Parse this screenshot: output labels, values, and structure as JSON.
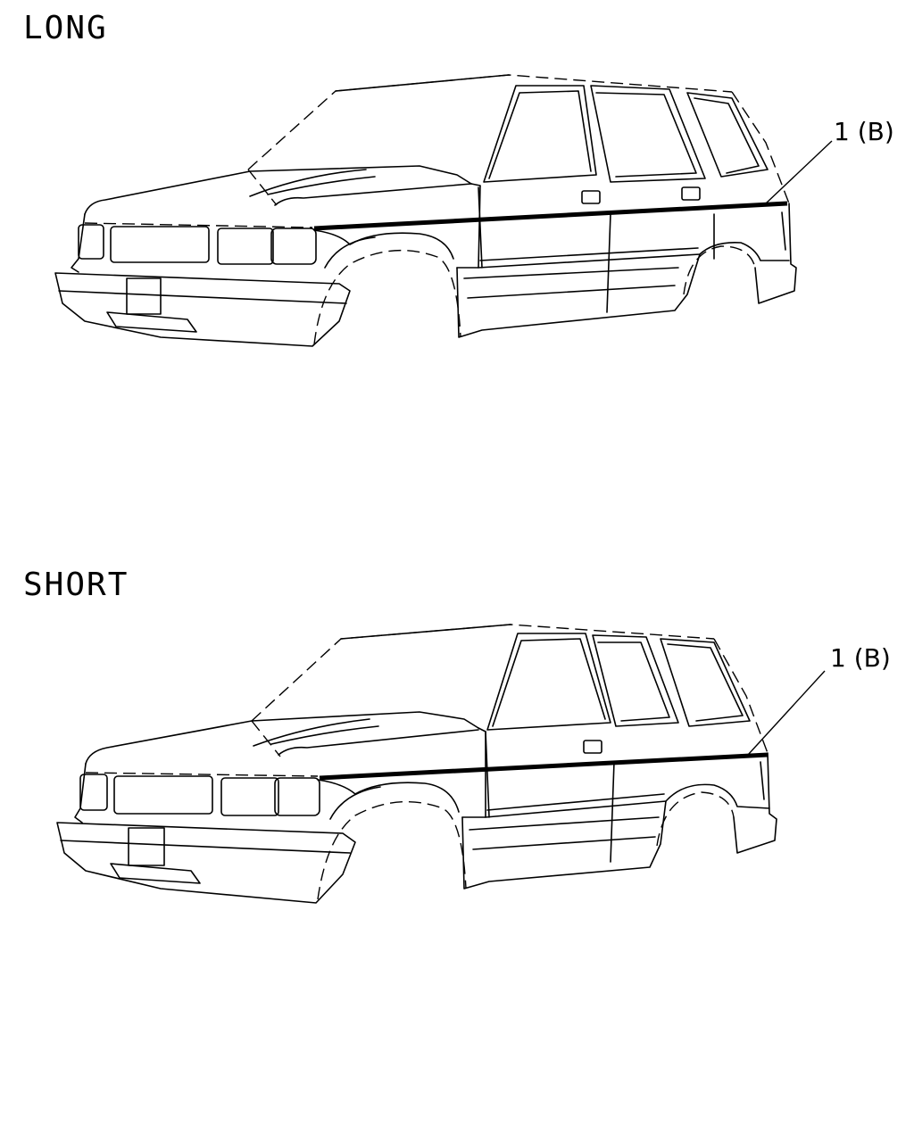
{
  "panels": {
    "long": {
      "label": "LONG",
      "callout": "1 (B)"
    },
    "short": {
      "label": "SHORT",
      "callout": "1 (B)"
    }
  }
}
